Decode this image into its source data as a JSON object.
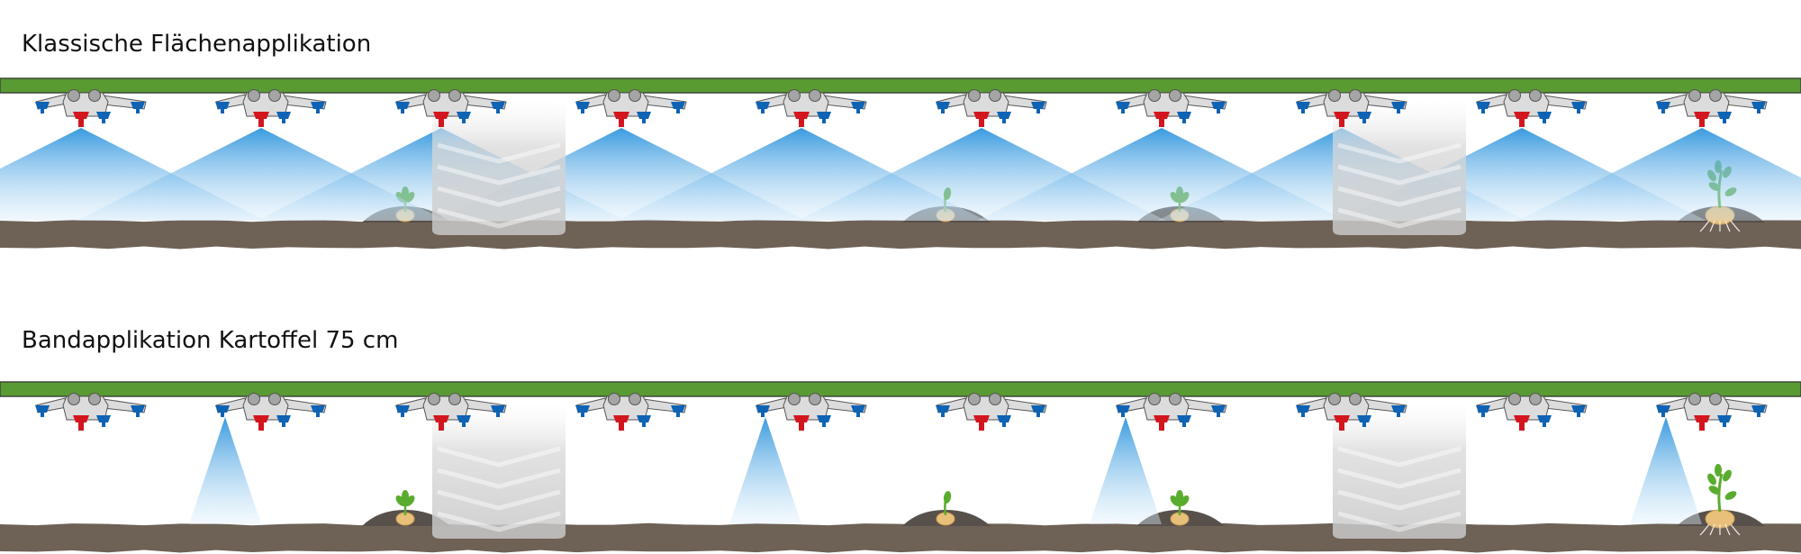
{
  "panels": [
    {
      "title": "Klassische Flächenapplikation",
      "mode": "broadcast",
      "nozzle_units": 10,
      "sprays": [
        0,
        1,
        2,
        3,
        4,
        5,
        6,
        7,
        8,
        9
      ],
      "wheels": [
        2,
        7
      ],
      "plants": [
        {
          "unit": 1,
          "stage": "sprout"
        },
        {
          "unit": 4,
          "stage": "shoot"
        },
        {
          "unit": 5.3,
          "stage": "sprout"
        },
        {
          "unit": 8.35,
          "stage": "plant"
        }
      ]
    },
    {
      "title": "Bandapplikation Kartoffel 75 cm",
      "mode": "band",
      "nozzle_units": 10,
      "sprays": [
        1,
        4,
        6,
        9
      ],
      "wheels": [
        2,
        7
      ],
      "plants": [
        {
          "unit": 1,
          "stage": "sprout"
        },
        {
          "unit": 4,
          "stage": "shoot"
        },
        {
          "unit": 5.3,
          "stage": "sprout"
        },
        {
          "unit": 8.35,
          "stage": "plant"
        }
      ]
    }
  ],
  "colors": {
    "boom": "#5a9a32",
    "boom_edge": "#3d4a3a",
    "soil": "#6e6156",
    "soil_dark": "#58504a",
    "nozzle_red": "#d3161e",
    "nozzle_blue": "#0e63b4",
    "body_grey": "#dcdcdc",
    "joint_grey": "#a5a5a5",
    "spray": "#3fa0e0",
    "potato": "#e8c07a",
    "leaf": "#5aac2e"
  }
}
